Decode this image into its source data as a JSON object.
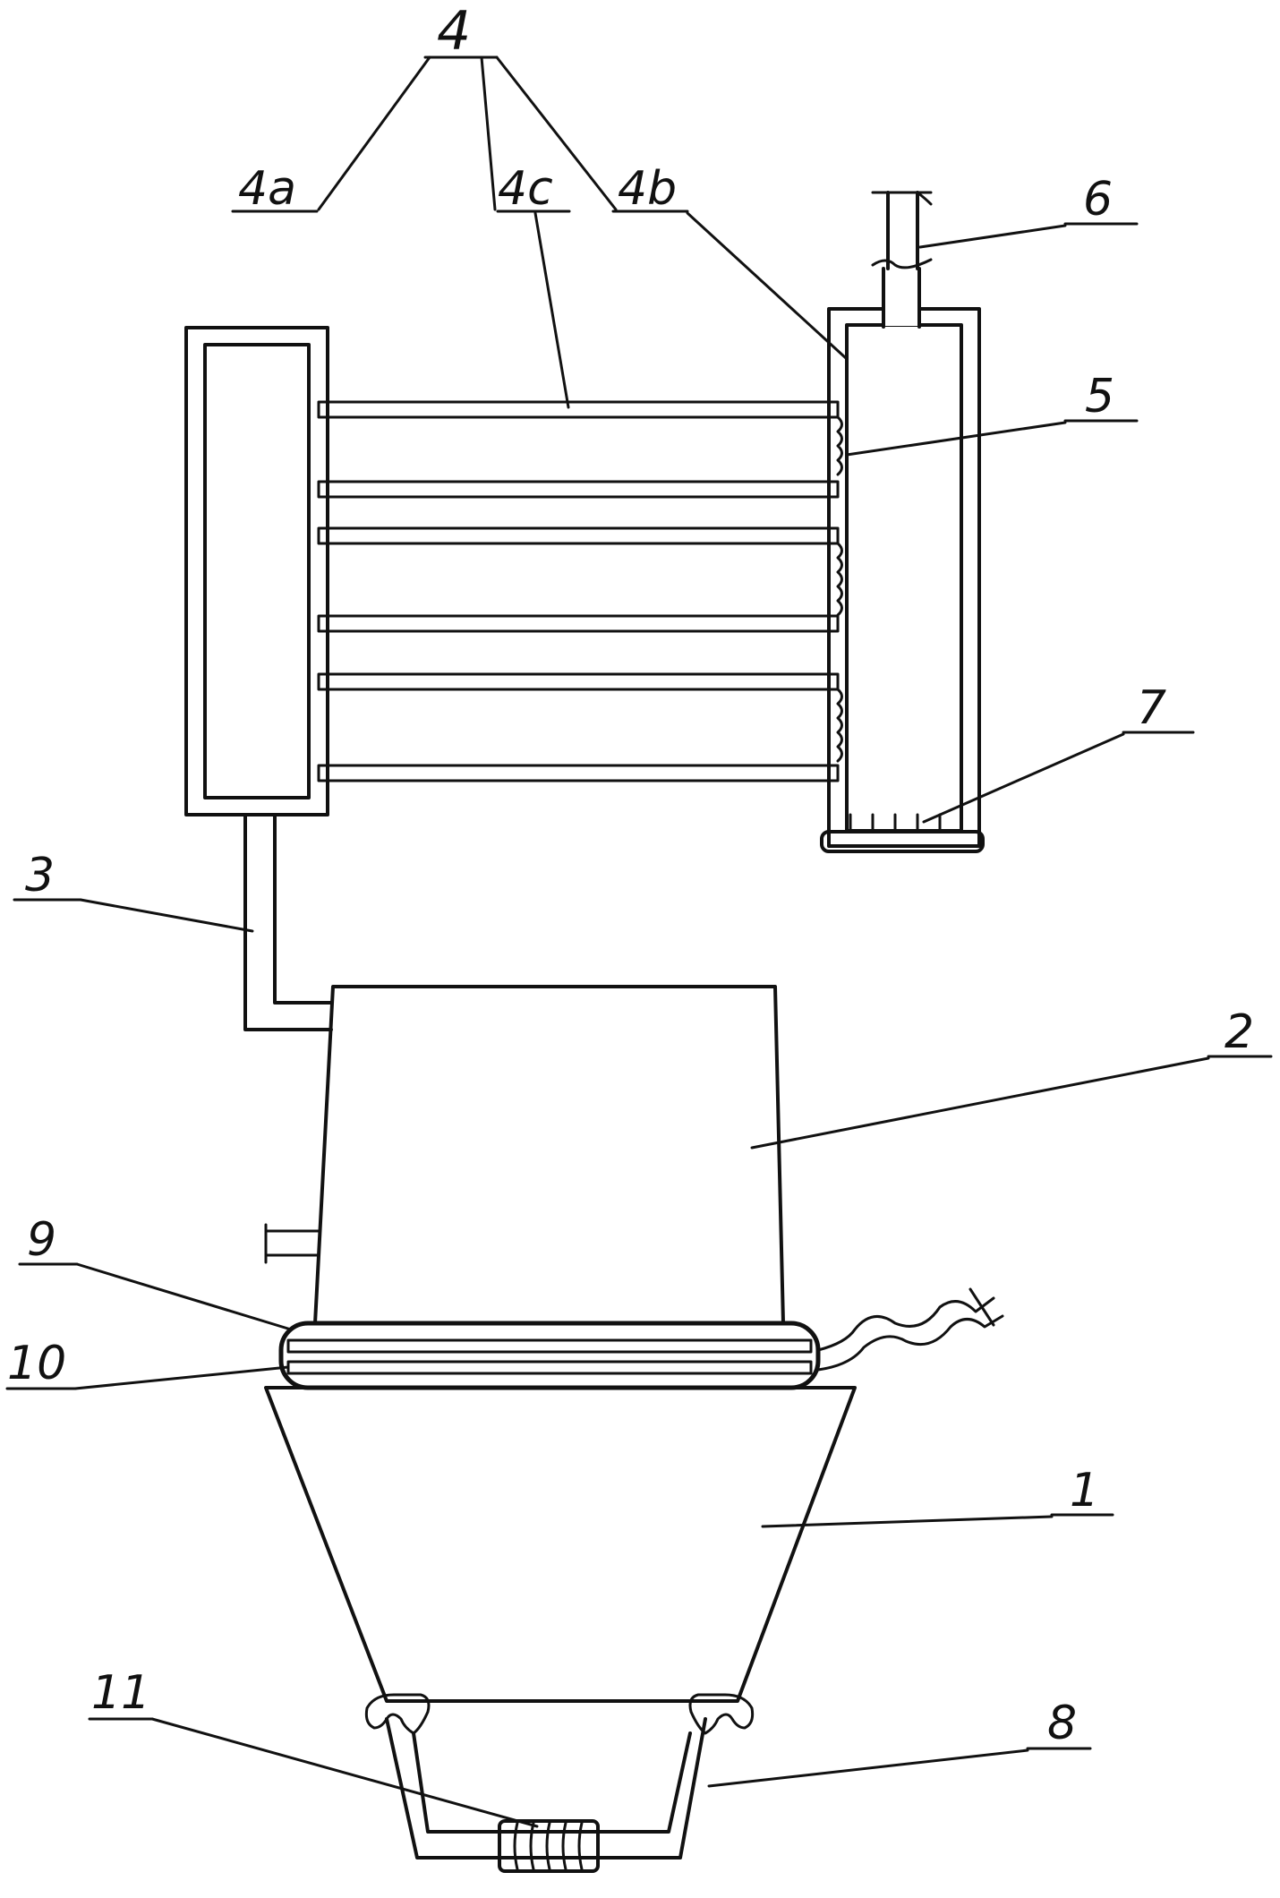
{
  "figure": {
    "labels": {
      "l4": "4",
      "l4a": "4a",
      "l4c": "4c",
      "l4b": "4b",
      "l6": "6",
      "l5": "5",
      "l7": "7",
      "l3": "3",
      "l2": "2",
      "l9": "9",
      "l10": "10",
      "l1": "1",
      "l11": "11",
      "l8": "8"
    }
  }
}
